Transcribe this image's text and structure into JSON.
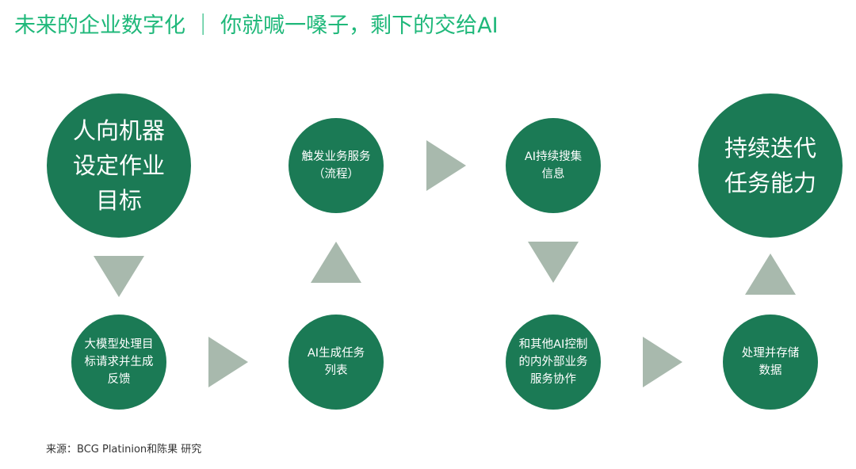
{
  "title": "未来的企业数字化 ｜ 你就喊一嗓子，剩下的交给AI",
  "nodes": {
    "n1": "人向机器设定作业目标",
    "n2": "大模型处理目标请求并生成反馈",
    "n3": "AI生成任务列表",
    "n4": "触发业务服务（流程）",
    "n5": "AI持续搜集信息",
    "n6": "和其他AI控制的内外部业务服务协作",
    "n7": "处理并存储数据",
    "n8": "持续迭代任务能力"
  },
  "source": "来源：BCG Platinion和陈果 研究",
  "colors": {
    "title": "#1fb87a",
    "node": "#1b7a55",
    "arrow": "#a8b9ad"
  }
}
